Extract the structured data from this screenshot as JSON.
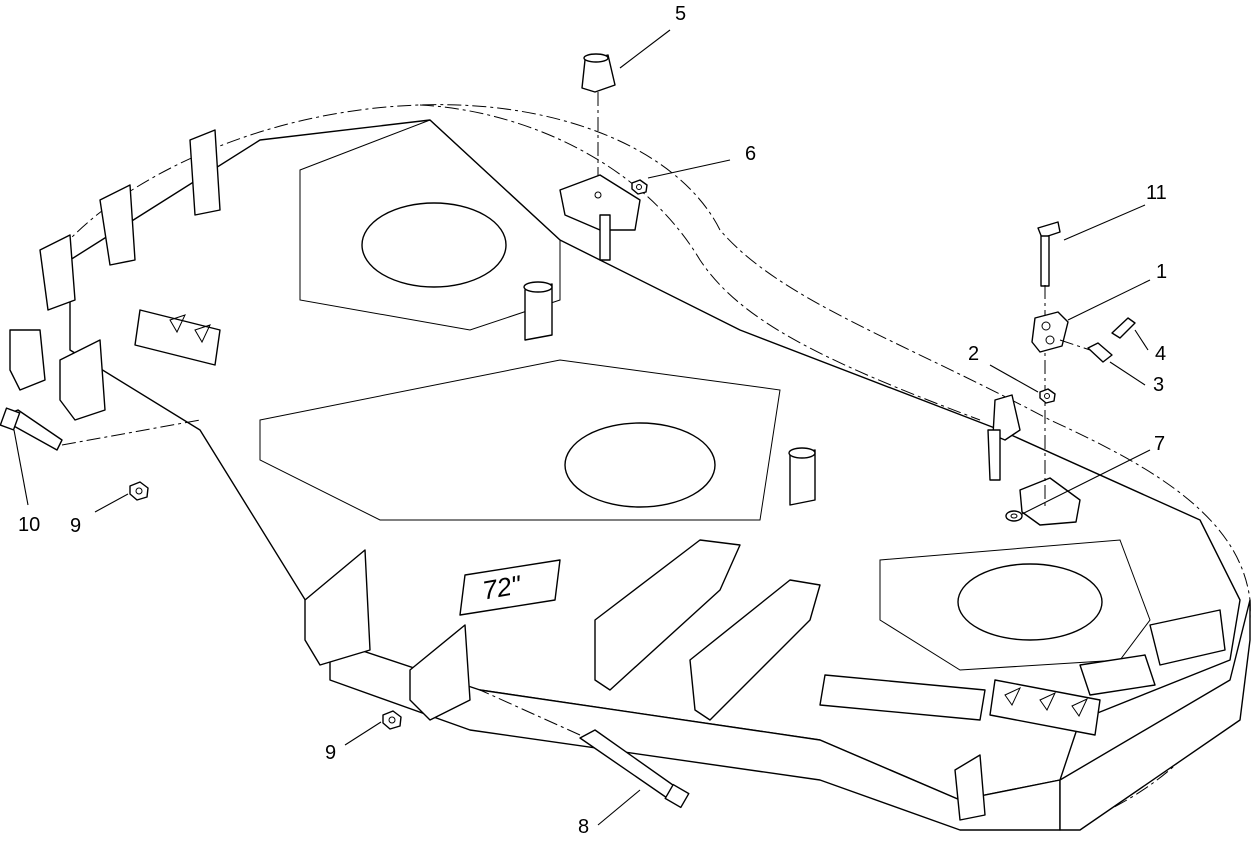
{
  "callouts": {
    "c1": "1",
    "c2": "2",
    "c3": "3",
    "c4": "4",
    "c5": "5",
    "c6": "6",
    "c7": "7",
    "c8": "8",
    "c9a": "9",
    "c9b": "9",
    "c10": "10",
    "c11": "11"
  },
  "deck_decal": "72\""
}
